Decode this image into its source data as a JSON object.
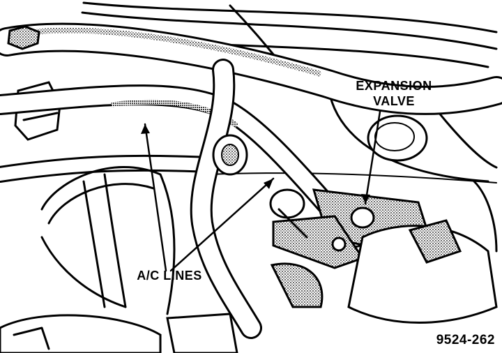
{
  "labels": {
    "expansion_valve_line1": "EXPANSION",
    "expansion_valve_line2": "VALVE",
    "ac_lines": "A/C LINES",
    "figure_number": "9524-262"
  },
  "colors": {
    "ink": "#000000",
    "paper": "#ffffff",
    "shading": "#6b6b6b"
  }
}
